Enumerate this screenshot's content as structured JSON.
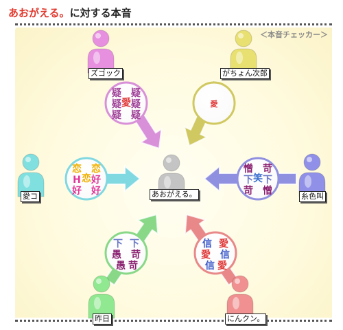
{
  "title": {
    "highlight": "あおがえる。",
    "rest": "に対する本音"
  },
  "checker_label": "＜本音チェッカー＞",
  "center": {
    "name": "あおがえる。"
  },
  "people": [
    {
      "key": "top-left",
      "name": "ズゴック",
      "figure_color": "#e890e0",
      "bubble": {
        "color": "#d890d8",
        "glyphs": [
          {
            "ch": "疑",
            "color": "#a04098"
          },
          {
            "ch": "疑",
            "color": "#a04098"
          },
          {
            "ch": "疑",
            "color": "#a04098"
          },
          {
            "ch": "愛",
            "color": "#e03838"
          },
          {
            "ch": "疑",
            "color": "#a04098"
          },
          {
            "ch": "疑",
            "color": "#a04098"
          },
          {
            "ch": "疑",
            "color": "#a04098"
          }
        ]
      }
    },
    {
      "key": "top-right",
      "name": "がちょん次郎",
      "figure_color": "#e8e070",
      "bubble": {
        "color": "#d0c860",
        "glyphs": [
          {
            "ch": "愛",
            "color": "#e03838"
          }
        ]
      }
    },
    {
      "key": "left",
      "name": "愛コ",
      "figure_color": "#80e0e0",
      "bubble": {
        "color": "#80d8e0",
        "glyphs": [
          {
            "ch": "恋",
            "color": "#f0b000"
          },
          {
            "ch": "恋",
            "color": "#f0b000"
          },
          {
            "ch": "H",
            "color": "#e03898"
          },
          {
            "ch": "恋",
            "color": "#f0b000"
          },
          {
            "ch": "好",
            "color": "#e03898"
          },
          {
            "ch": "好",
            "color": "#e03898"
          },
          {
            "ch": "好",
            "color": "#e03898"
          }
        ]
      }
    },
    {
      "key": "right",
      "name": "糸色叫",
      "figure_color": "#9090e8",
      "bubble": {
        "color": "#9090e0",
        "glyphs": [
          {
            "ch": "憎",
            "color": "#8a2070"
          },
          {
            "ch": "苛",
            "color": "#8a2070"
          },
          {
            "ch": "下",
            "color": "#6a78c8"
          },
          {
            "ch": "笑",
            "color": "#3a70d0"
          },
          {
            "ch": "下",
            "color": "#6a78c8"
          },
          {
            "ch": "苛",
            "color": "#8a2070"
          },
          {
            "ch": "憎",
            "color": "#8a2070"
          }
        ]
      }
    },
    {
      "key": "bottom-left",
      "name": "昨日",
      "figure_color": "#90e890",
      "bubble": {
        "color": "#88d888",
        "glyphs": [
          {
            "ch": "下",
            "color": "#6a78c8"
          },
          {
            "ch": "下",
            "color": "#6a78c8"
          },
          {
            "ch": "愚",
            "color": "#8a2070"
          },
          {
            "ch": "苛",
            "color": "#8a2070"
          },
          {
            "ch": "愚",
            "color": "#8a2070"
          },
          {
            "ch": "苛",
            "color": "#8a2070"
          }
        ]
      }
    },
    {
      "key": "bottom-right",
      "name": "にんクン。",
      "figure_color": "#f09090",
      "bubble": {
        "color": "#e88888",
        "glyphs": [
          {
            "ch": "信",
            "color": "#3a58c8"
          },
          {
            "ch": "愛",
            "color": "#e03838"
          },
          {
            "ch": "愛",
            "color": "#e03838"
          },
          {
            "ch": "信",
            "color": "#3a58c8"
          },
          {
            "ch": "信",
            "color": "#3a58c8"
          },
          {
            "ch": "愛",
            "color": "#e03838"
          }
        ]
      }
    }
  ]
}
